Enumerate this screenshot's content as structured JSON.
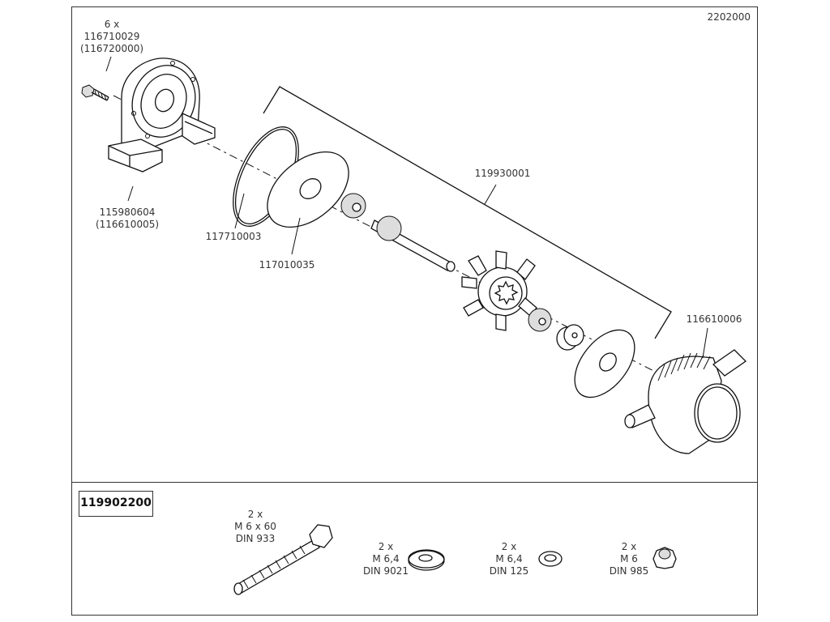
{
  "drawing": {
    "drawing_number": "2202000",
    "parts": [
      {
        "id": "screw",
        "qty": "6 x",
        "number": "116710029",
        "alt_number": "(116720000)"
      },
      {
        "id": "bracket",
        "number": "115980604",
        "alt_number": "(116610005)"
      },
      {
        "id": "o-ring",
        "number": "117710003"
      },
      {
        "id": "gasket",
        "number": "117010035"
      },
      {
        "id": "impeller-kit",
        "number": "119930001"
      },
      {
        "id": "pump-housing",
        "number": "116610006"
      }
    ]
  },
  "kit": {
    "number": "119902200",
    "items": [
      {
        "id": "bolt",
        "qty": "2 x",
        "size": "M 6 x 60",
        "standard": "DIN 933"
      },
      {
        "id": "large-washer",
        "qty": "2 x",
        "size": "M 6,4",
        "standard": "DIN 9021"
      },
      {
        "id": "washer",
        "qty": "2 x",
        "size": "M 6,4",
        "standard": "DIN 125"
      },
      {
        "id": "lock-nut",
        "qty": "2 x",
        "size": "M 6",
        "standard": "DIN 985"
      }
    ]
  }
}
